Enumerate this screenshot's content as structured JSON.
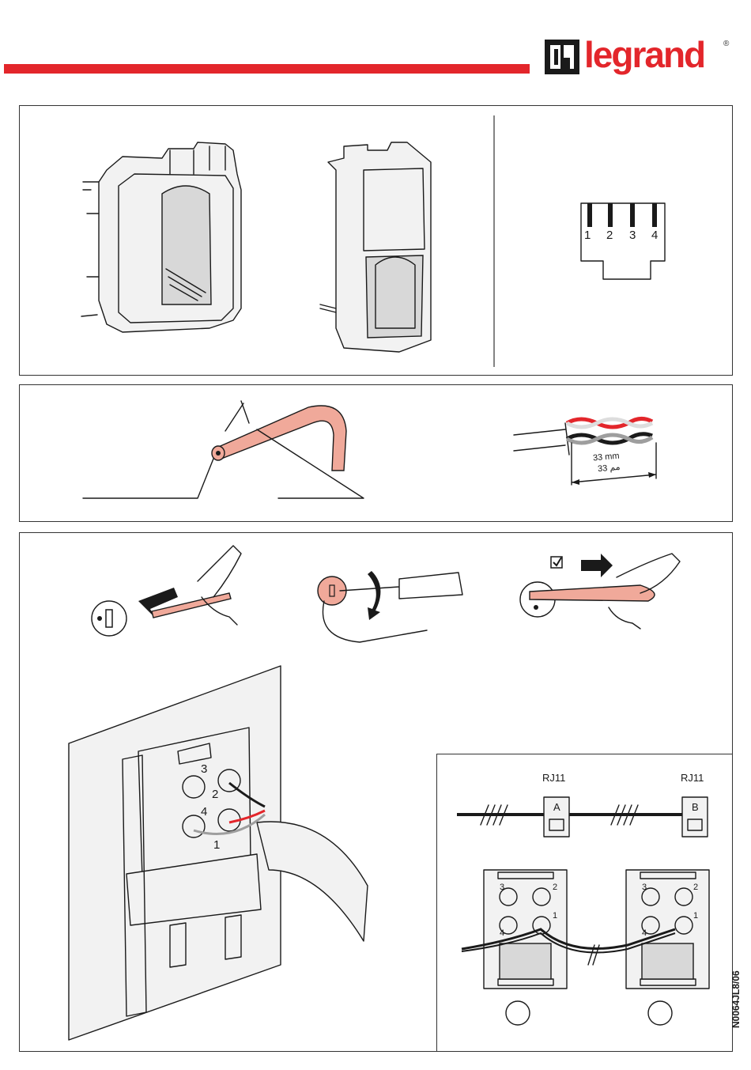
{
  "header": {
    "brand": "legrand",
    "registered_mark": "®"
  },
  "connector": {
    "pins": [
      "1",
      "2",
      "3",
      "4"
    ]
  },
  "strip_dimension": {
    "metric": "33 mm",
    "arabic": "33 مم"
  },
  "wiring_schema": {
    "left_jack_label": "RJ11",
    "right_jack_label": "RJ11",
    "left_jack_letter": "A",
    "right_jack_letter": "B"
  },
  "terminal_numbers": [
    "3",
    "2",
    "4",
    "1"
  ],
  "mini_terminal_numbers": [
    "3",
    "2",
    "4",
    "1"
  ],
  "document_code": "N0064JL8/06",
  "colors": {
    "brand_red": "#e3262b",
    "wire_pink": "#f0a99a",
    "line": "#1a1a1a"
  },
  "icons": [
    "legrand-logo",
    "checkbox-icon",
    "arrow-right-icon",
    "arrow-left-icon",
    "rotate-arrow-icon",
    "terminal-icon"
  ]
}
